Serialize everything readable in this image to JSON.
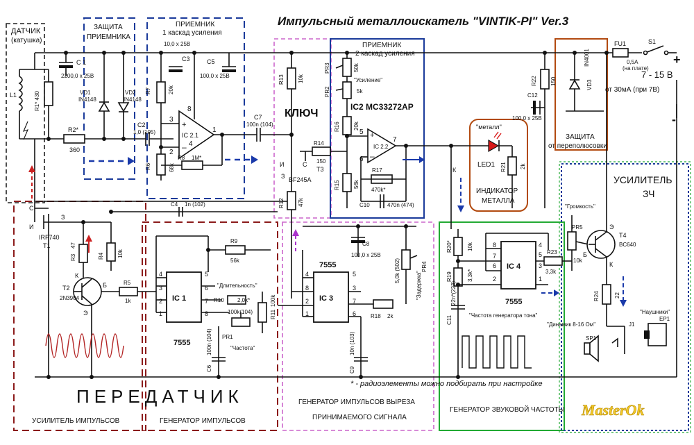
{
  "title": "Импульсный металлоискатель \"VINTIK-PI\" Ver.3",
  "footnote": "* - радиоэлементы можно подбирать при настройке",
  "watermark": "MasterOk",
  "colors": {
    "sensor_box": "#222222",
    "protection_box": "#1a3a9a",
    "stage1_box": "#1a3a9a",
    "key_box": "#cc66cc",
    "stage2_box": "#1a3a9a",
    "pulse_amp_box": "#8b1a1a",
    "pulse_gen_box": "#8b1a1a",
    "gate_gen_box": "#cc66cc",
    "tone_gen_box": "#22aa33",
    "amp3ch_box": "#1a3a9a",
    "indicator_box": "#b24a10",
    "polarity_box": "#b24a10",
    "audio_amp_outer": "#22aa33",
    "transmitter_text": "#b22222",
    "key_text": "#cc33aa",
    "power_text": "#cc0000",
    "led": "#d81818",
    "watermark": "#f2c82a",
    "arrow_blue": "#1a3aaa",
    "arrow_red": "#cc2222",
    "arrow_purple": "#aa33cc"
  },
  "blocks": {
    "sensor": "ДАТЧИК",
    "sensor_sub": "(катушка)",
    "protection_1": "ЗАЩИТА",
    "protection_2": "ПРИЕМНИКА",
    "stage1_title": "ПРИЕМНИК",
    "stage1_sub": "1 каскад усиления",
    "key": "КЛЮЧ",
    "stage2_title": "ПРИЕМНИК",
    "stage2_sub": "2 каскад усиления",
    "indicator_1": "ИНДИКАТОР",
    "indicator_2": "МЕТАЛЛА",
    "polarity_1": "ЗАЩИТА",
    "polarity_2": "от переполюсовки",
    "amp3ch_1": "УСИЛИТЕЛЬ",
    "amp3ch_2": "ЗЧ",
    "transmitter": "ПЕРЕДАТЧИК",
    "pulse_amp": "УСИЛИТЕЛЬ ИМПУЛЬСОВ",
    "pulse_gen": "ГЕНЕРАТОР ИМПУЛЬСОВ",
    "gate_gen_1": "ГЕНЕРАТОР ИМПУЛЬСОВ ВЫРЕЗА",
    "gate_gen_2": "ПРИНИМАЕМОГО СИГНАЛА",
    "tone_gen": "ГЕНЕРАТОР ЗВУКОВОЙ ЧАСТОТЫ"
  },
  "power": {
    "voltage": "7 - 15 В",
    "current": "от 30мА (при 7В)",
    "plus": "+",
    "minus": "-",
    "fuse": "FU1",
    "fuse_val": "0,5А",
    "fuse_note": "(на плате)",
    "switch": "S1"
  },
  "components": {
    "L1": "L1",
    "R1": "R1* 430",
    "C1": "С 1",
    "C1v": "2200,0 х 25В",
    "VD1": "VD1",
    "VD1t": "IN4148",
    "VD2": "VD2",
    "VD2t": "IN4148",
    "R2": "R2*",
    "R2v": "360",
    "C2": "C2",
    "C2v": "1,0 (105)",
    "C3": "C3",
    "C3v": "10,0 х 25В",
    "R7": "R7",
    "R7v": "20k",
    "R6": "R6",
    "R6v": "68k",
    "R8": "R8",
    "R8v": "1M*",
    "IC21": "IC 2.1",
    "pin8": "8",
    "pin3": "3",
    "pin2": "2",
    "pin4": "4",
    "pin1": "1",
    "C5": "C5",
    "C5v": "100,0 х 25В",
    "C7": "C7",
    "C7v": "100n (104)",
    "R13": "R13",
    "R13v": "10k",
    "R14": "R14",
    "R14v": "150",
    "T3": "T3",
    "T3t": "BF245A",
    "T3c": "С",
    "T3i": "И",
    "T3z": "З",
    "R12": "R12",
    "R12v": "47k",
    "PR3": "PR3",
    "PR3v": "50k",
    "PR2": "PR2",
    "PR2v": "5k",
    "gain": "\"Усиление\"",
    "IC2": "IC2 MC33272AP",
    "R16": "R16",
    "R16v": "20k",
    "R15": "R15",
    "R15v": "56k",
    "R17": "R17",
    "R17v": "470k*",
    "C10": "C10",
    "C10v": "470n (474)",
    "IC22": "IC 2.2",
    "pin5": "5",
    "pin6": "6",
    "pin7": "7",
    "C12": "C12",
    "C12v": "100,0 х 25В",
    "R22": "R22",
    "R22v": "150",
    "VD3": "VD3",
    "VD3t": "IN4001",
    "metal": "\"металл\"",
    "LED1": "LED1",
    "R21": "R21",
    "R21v": "2k",
    "K": "К",
    "C4": "C4",
    "C4v": "1n (102)",
    "T1": "T1",
    "T1t": "IRF740",
    "T1z": "З",
    "T1c": "С",
    "T1i": "И",
    "R3": "R3",
    "R3v": "47",
    "R4": "R4",
    "R4v": "10k",
    "T2": "T2",
    "T2t": "2N3904",
    "T2k": "К",
    "T2b": "Б",
    "T2e": "Э",
    "R5": "R5",
    "R5v": "1k",
    "IC1": "IC 1",
    "IC1t": "7555",
    "R9": "R9",
    "R9v": "56k",
    "duration": "\"Длительность\"",
    "R10": "R10",
    "R10v": "2,0k*",
    "PR1": "PR1",
    "PR1v": "100k(104)",
    "frequency": "\"Частота\"",
    "R11": "R11",
    "R11v": "100k",
    "C6": "C6",
    "C6v": "100n (104)",
    "IC3": "IC 3",
    "IC3t": "7555",
    "C8": "C8",
    "C8v": "100,0 х 25В",
    "PR4": "PR4",
    "PR4v": "5,0k (502)",
    "delay": "\"Задержка\"",
    "R18": "R18",
    "R18v": "2k",
    "C9": "C9",
    "C9v": "10n (103)",
    "R20": "R20*",
    "R20v": "10k",
    "R19": "R19",
    "R19v": "3,3k*",
    "C11": "C11",
    "C11v": "22n*(223)",
    "IC4": "IC 4",
    "IC4t": "7555",
    "tone_freq": "\"Частота генератора тона\"",
    "R23": "R23",
    "R23v": "3,3k",
    "volume": "\"Громкость\"",
    "PR5": "PR5",
    "PR5v": "10k",
    "T4": "T4",
    "T4t": "BC640",
    "T4e": "Э",
    "T4b": "Б",
    "T4k": "К",
    "R24": "R24",
    "R24v": "22",
    "headphones": "\"Наушники\"",
    "speaker": "\"Динамик 8-16 Ом\"",
    "SP1": "SP1",
    "J1": "J1",
    "EP1": "EP1"
  }
}
